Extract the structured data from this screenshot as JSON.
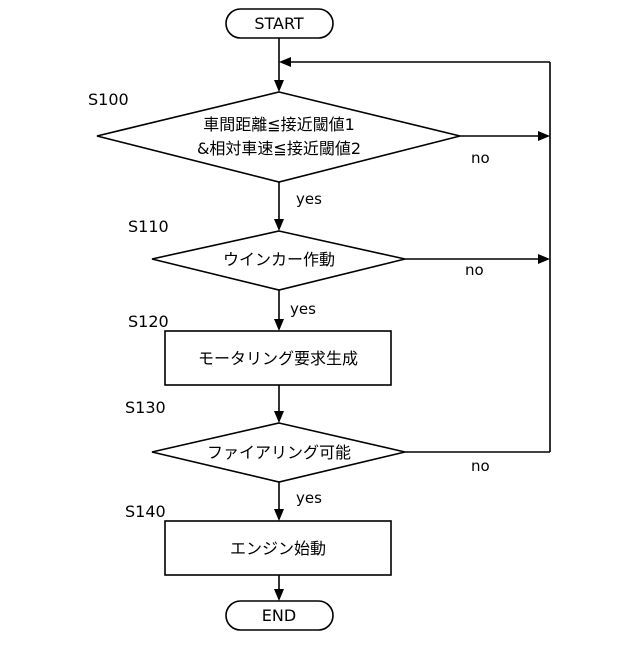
{
  "flowchart": {
    "start": "START",
    "end": "END",
    "steps": [
      {
        "id": "S100",
        "kind": "decision",
        "lines": [
          "車間距離≦接近閾値1",
          "&相対車速≦接近閾値2"
        ],
        "yes": "yes",
        "no": "no"
      },
      {
        "id": "S110",
        "kind": "decision",
        "lines": [
          "ウインカー作動"
        ],
        "yes": "yes",
        "no": "no"
      },
      {
        "id": "S120",
        "kind": "process",
        "lines": [
          "モータリング要求生成"
        ]
      },
      {
        "id": "S130",
        "kind": "decision",
        "lines": [
          "ファイアリング可能"
        ],
        "yes": "yes",
        "no": "no"
      },
      {
        "id": "S140",
        "kind": "process",
        "lines": [
          "エンジン始動"
        ]
      }
    ]
  }
}
